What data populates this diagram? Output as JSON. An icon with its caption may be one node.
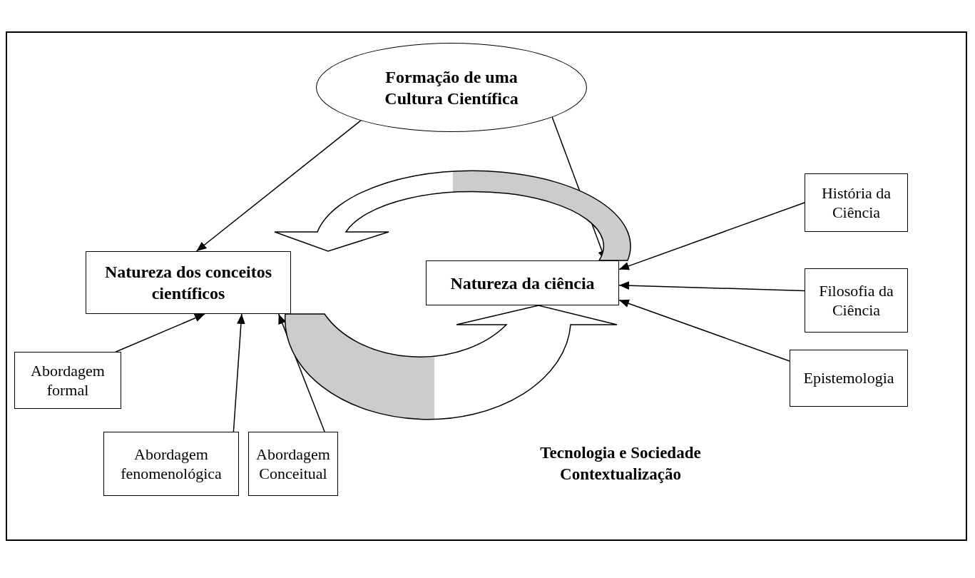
{
  "diagram": {
    "nodes": [
      {
        "text": [
          "Formação de uma Cultura Científica"
        ]
      },
      {
        "text": [
          "Natureza dos conceitos científicos"
        ]
      },
      {
        "text": [
          "Natureza da ciência"
        ]
      },
      {
        "text": [
          "História da Ciência"
        ]
      },
      {
        "text": [
          "Filosofia da Ciência"
        ]
      },
      {
        "text": [
          "Epistemologia"
        ]
      },
      {
        "text": [
          "Abordagem formal"
        ]
      },
      {
        "text": [
          "Abordagem fenomenológica"
        ]
      },
      {
        "text": [
          "Abordagem Conceitual"
        ]
      }
    ],
    "edges": [
      {
        "from": 0,
        "to": 1,
        "arrow": "to"
      },
      {
        "from": 0,
        "to": 2,
        "arrow": "to"
      },
      {
        "from": 3,
        "to": 2,
        "arrow": "to"
      },
      {
        "from": 4,
        "to": 2,
        "arrow": "to"
      },
      {
        "from": 5,
        "to": 2,
        "arrow": "to"
      },
      {
        "from": 6,
        "to": 1,
        "arrow": "to"
      },
      {
        "from": 7,
        "to": 1,
        "arrow": "to"
      },
      {
        "from": 8,
        "to": 1,
        "arrow": "to"
      },
      {
        "from": 2,
        "to": 1,
        "arrow": "to",
        "style": "thick"
      },
      {
        "from": 1,
        "to": 2,
        "arrow": "to",
        "style": "thick"
      }
    ],
    "labels": [
      "Tecnologia e Sociedade Contextualização"
    ]
  }
}
